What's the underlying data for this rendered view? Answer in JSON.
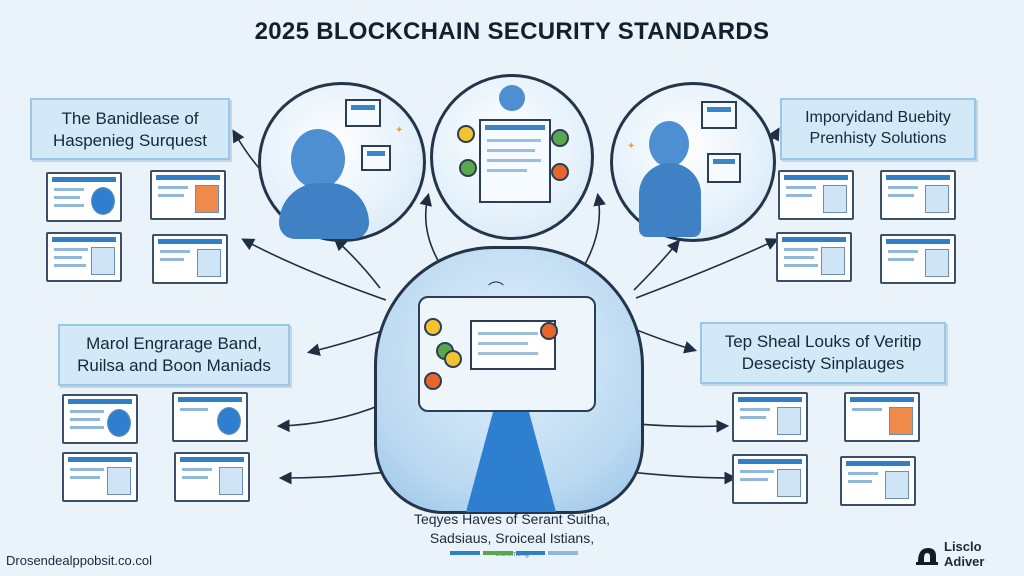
{
  "title": "2025 BLOCKCHAIN SECURITY STANDARDS",
  "boxes": {
    "top_left": [
      "The Banidlease of",
      "Haspenieg Surquest"
    ],
    "top_right": [
      "Imporyidand Buebity",
      "Prenhisty Solutions"
    ],
    "mid_left": [
      "Marol Engrarage Band,",
      "Ruilsa and Boon Maniads"
    ],
    "mid_right": [
      "Tep Sheal Louks of Veritip",
      "Desecisty Sinplauges"
    ]
  },
  "caption": {
    "line1": "Teqyes Haves of Serant Suitha,",
    "line2": "Sadsiaus, Sroiceal Istians,",
    "small": "Uuxemeng"
  },
  "footer": {
    "url": "Drosendealppobsit.co.col",
    "brand": "Lisclo Adiver"
  },
  "colors": {
    "accent": "#2f80c6",
    "panel": "#d4e9f8",
    "outline": "#24354a",
    "coin_colors": [
      "#f2c230",
      "#e8652b",
      "#5aa64a",
      "#3c8ad6"
    ]
  }
}
